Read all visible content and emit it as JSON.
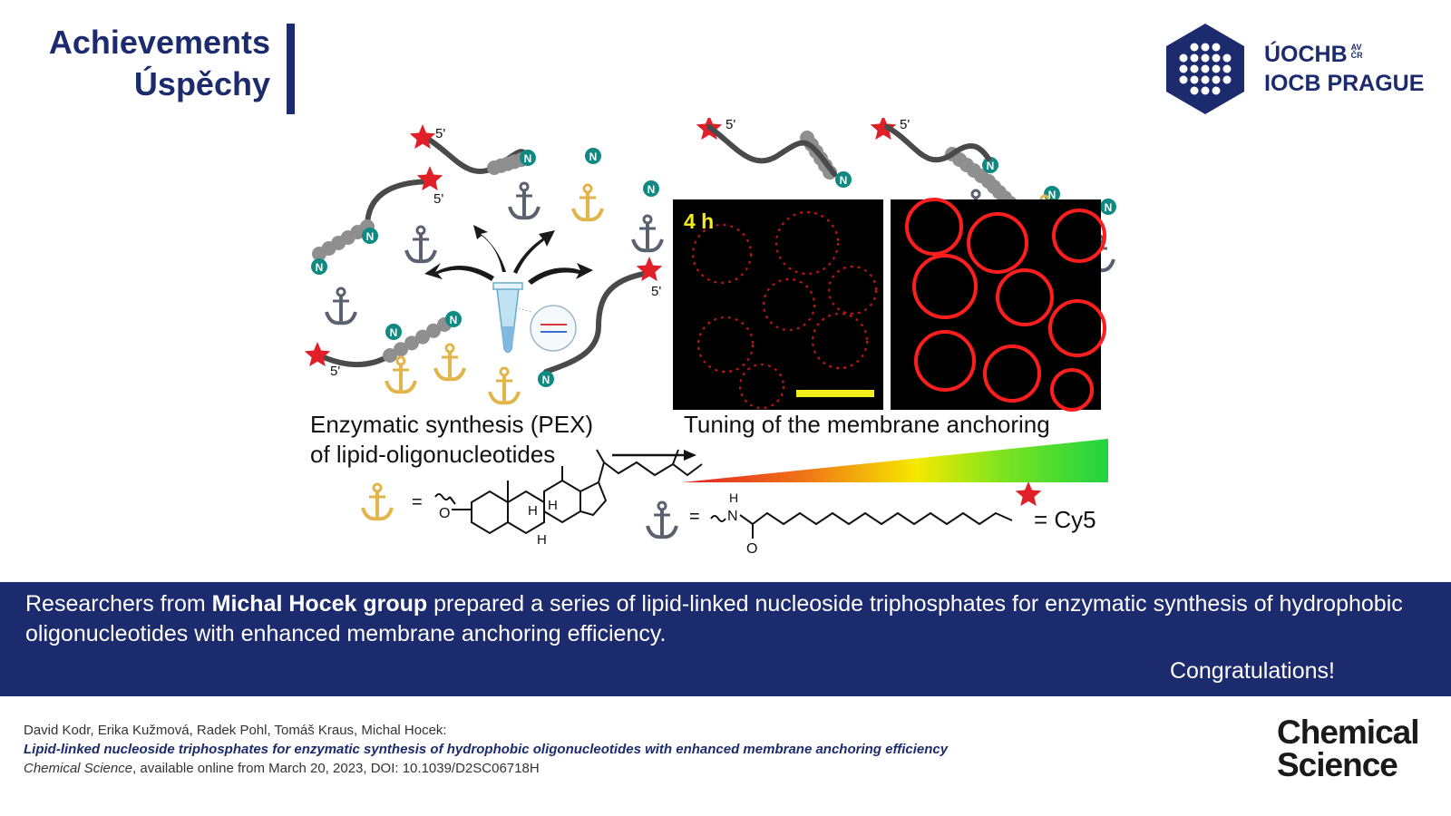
{
  "header": {
    "line1": "Achievements",
    "line2": "Úspěchy"
  },
  "logo": {
    "line1": "ÚOCHB",
    "av_top": "AV",
    "av_bottom": "ČR",
    "line2": "IOCB PRAGUE"
  },
  "figure": {
    "five_prime": "5'",
    "nucleotide_letter": "N",
    "time_label": "4 h",
    "left_caption_line1": "Enzymatic synthesis (PEX)",
    "left_caption_line2": "of lipid-oligonucleotides",
    "right_caption": "Tuning of the membrane anchoring",
    "equals": "=",
    "cy5": "= Cy5",
    "atom_o": "O",
    "atom_h": "H",
    "atom_n": "N",
    "atom_nh": "H",
    "colors": {
      "cholesterol_anchor": "#e1b54a",
      "palmitoyl_anchor": "#5a6270",
      "nucleotide": "#0e8a82",
      "strand": "#4a4a4a",
      "star": "#e11f26",
      "gradient_start": "#e11f26",
      "gradient_mid": "#f5e900",
      "gradient_end": "#1fd440"
    }
  },
  "banner": {
    "text_before": "Researchers from ",
    "group": "Michal Hocek group",
    "text_after": " prepared a series of lipid-linked nucleoside triphosphates for enzymatic synthesis of hydrophobic oligonucleotides with enhanced membrane anchoring efficiency.",
    "congrats": "Congratulations!"
  },
  "citation": {
    "authors": "David Kodr, Erika Kužmová, Radek Pohl, Tomáš Kraus, Michal Hocek:",
    "title": "Lipid-linked nucleoside triphosphates for enzymatic synthesis of hydrophobic oligonucleotides with enhanced membrane anchoring efficiency",
    "journal": "Chemical Science",
    "rest": ", available online from March 20, 2023, DOI: 10.1039/D2SC06718H"
  },
  "journal_logo": {
    "line1": "Chemical",
    "line2": "Science"
  }
}
